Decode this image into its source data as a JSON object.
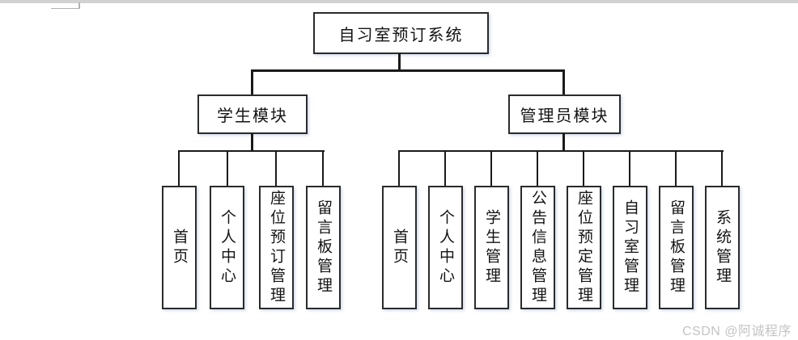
{
  "watermark": "CSDN @阿诚程序",
  "diagram": {
    "root": {
      "label": "自习室预订系统"
    },
    "branches": [
      {
        "label": "学生模块",
        "children": [
          "首页",
          "个人中心",
          "座位预订管理",
          "留言板管理"
        ]
      },
      {
        "label": "管理员模块",
        "children": [
          "首页",
          "个人中心",
          "学生管理",
          "公告信息管理",
          "座位预定管理",
          "自习室管理",
          "留言板管理",
          "系统管理"
        ]
      }
    ]
  },
  "colors": {
    "box_border": "#2b2b2b",
    "connector": "#1a1a1a",
    "text": "#141414",
    "top_bar": "#d2d2d2",
    "watermark": "#c4c4c4"
  }
}
